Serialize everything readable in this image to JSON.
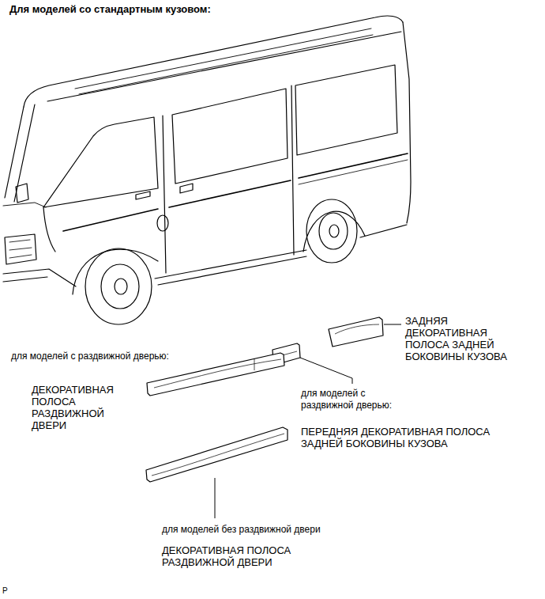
{
  "diagram": {
    "title": "Для моделей со стандартным кузовом:",
    "labels": [
      "для моделей с раздвижной дверью:",
      "ДЕКОРАТИВНАЯ ПОЛОСА РАЗДВИЖНОЙ ДВЕРИ",
      "ЗАДНЯЯ ДЕКОРАТИВНАЯ ПОЛОСА ЗАДНЕЙ БОКОВИНЫ КУЗОВА",
      "для моделей с раздвижной дверью:",
      "ПЕРЕДНЯЯ ДЕКОРАТИВНАЯ ПОЛОСА ЗАДНЕЙ БОКОВИНЫ КУЗОВА",
      "для моделей без раздвижной двери",
      "ДЕКОРАТИВНАЯ ПОЛОСА РАЗДВИЖНОЙ ДВЕРИ",
      "P"
    ]
  }
}
